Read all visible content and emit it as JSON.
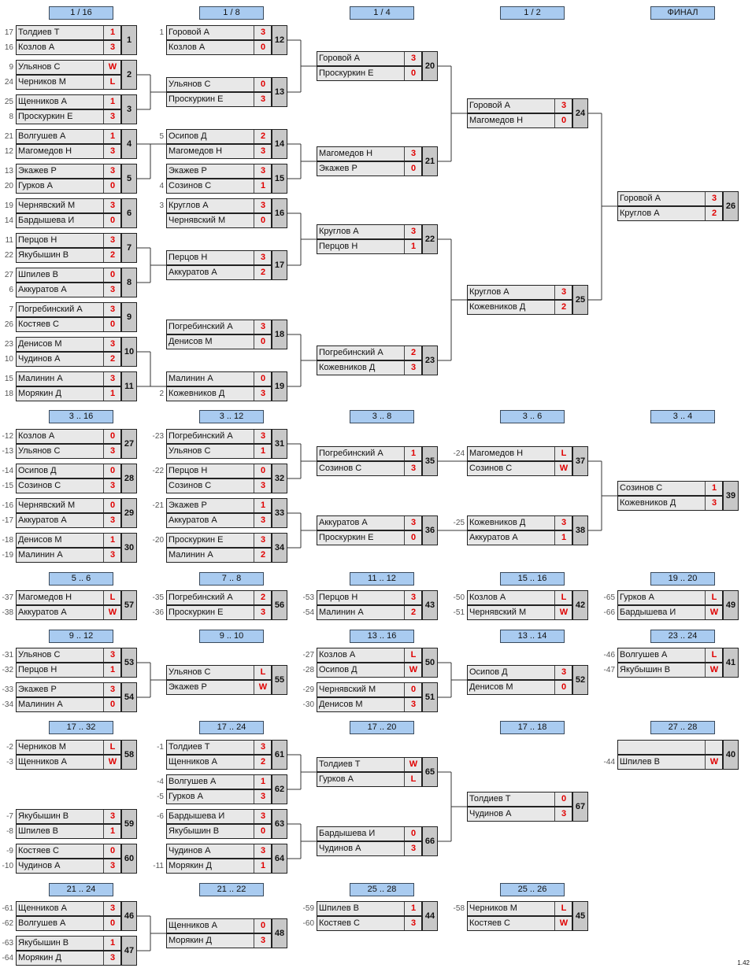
{
  "version": "1.42",
  "stages": [
    {
      "label": "1 / 16"
    },
    {
      "label": "1 / 8"
    },
    {
      "label": "1 / 4"
    },
    {
      "label": "1 / 2"
    },
    {
      "label": "ФИНАЛ"
    },
    {
      "label": "3 .. 16"
    },
    {
      "label": "3 .. 12"
    },
    {
      "label": "3 .. 8"
    },
    {
      "label": "3 .. 6"
    },
    {
      "label": "3 .. 4"
    },
    {
      "label": "5 .. 6"
    },
    {
      "label": "7 .. 8"
    },
    {
      "label": "11 .. 12"
    },
    {
      "label": "15 .. 16"
    },
    {
      "label": "19 .. 20"
    },
    {
      "label": "9 .. 12"
    },
    {
      "label": "9 .. 10"
    },
    {
      "label": "13 .. 16"
    },
    {
      "label": "13 .. 14"
    },
    {
      "label": "23 .. 24"
    },
    {
      "label": "17 .. 32"
    },
    {
      "label": "17 .. 24"
    },
    {
      "label": "17 .. 20"
    },
    {
      "label": "17 .. 18"
    },
    {
      "label": "27 .. 28"
    },
    {
      "label": "21 .. 24"
    },
    {
      "label": "21 .. 22"
    },
    {
      "label": "25 .. 28"
    },
    {
      "label": "25 .. 26"
    }
  ],
  "matches": [
    {
      "num": "1",
      "p1": {
        "name": "Толдиев Т",
        "score": "1",
        "seed": "17"
      },
      "p2": {
        "name": "Козлов А",
        "score": "3",
        "seed": "16"
      }
    },
    {
      "num": "2",
      "p1": {
        "name": "Ульянов С",
        "score": "W",
        "seed": "9"
      },
      "p2": {
        "name": "Черников М",
        "score": "L",
        "seed": "24"
      }
    },
    {
      "num": "3",
      "p1": {
        "name": "Щенников А",
        "score": "1",
        "seed": "25"
      },
      "p2": {
        "name": "Проскуркин Е",
        "score": "3",
        "seed": "8"
      }
    },
    {
      "num": "4",
      "p1": {
        "name": "Волгушев А",
        "score": "1",
        "seed": "21"
      },
      "p2": {
        "name": "Магомедов Н",
        "score": "3",
        "seed": "12"
      }
    },
    {
      "num": "5",
      "p1": {
        "name": "Экажев Р",
        "score": "3",
        "seed": "13"
      },
      "p2": {
        "name": "Гурков А",
        "score": "0",
        "seed": "20"
      }
    },
    {
      "num": "6",
      "p1": {
        "name": "Чернявский М",
        "score": "3",
        "seed": "19"
      },
      "p2": {
        "name": "Бардышева И",
        "score": "0",
        "seed": "14"
      }
    },
    {
      "num": "7",
      "p1": {
        "name": "Перцов Н",
        "score": "3",
        "seed": "11"
      },
      "p2": {
        "name": "Якубышин В",
        "score": "2",
        "seed": "22"
      }
    },
    {
      "num": "8",
      "p1": {
        "name": "Шпилев В",
        "score": "0",
        "seed": "27"
      },
      "p2": {
        "name": "Аккуратов А",
        "score": "3",
        "seed": "6"
      }
    },
    {
      "num": "9",
      "p1": {
        "name": "Погребинский А",
        "score": "3",
        "seed": "7"
      },
      "p2": {
        "name": "Костяев С",
        "score": "0",
        "seed": "26"
      }
    },
    {
      "num": "10",
      "p1": {
        "name": "Денисов М",
        "score": "3",
        "seed": "23"
      },
      "p2": {
        "name": "Чудинов А",
        "score": "2",
        "seed": "10"
      }
    },
    {
      "num": "11",
      "p1": {
        "name": "Малинин А",
        "score": "3",
        "seed": "15"
      },
      "p2": {
        "name": "Морякин Д",
        "score": "1",
        "seed": "18"
      }
    },
    {
      "num": "12",
      "p1": {
        "name": "Горовой А",
        "score": "3",
        "seed": "1"
      },
      "p2": {
        "name": "Козлов А",
        "score": "0",
        "seed": ""
      }
    },
    {
      "num": "13",
      "p1": {
        "name": "Ульянов С",
        "score": "0",
        "seed": ""
      },
      "p2": {
        "name": "Проскуркин Е",
        "score": "3",
        "seed": ""
      }
    },
    {
      "num": "14",
      "p1": {
        "name": "Осипов Д",
        "score": "2",
        "seed": "5"
      },
      "p2": {
        "name": "Магомедов Н",
        "score": "3",
        "seed": ""
      }
    },
    {
      "num": "15",
      "p1": {
        "name": "Экажев Р",
        "score": "3",
        "seed": ""
      },
      "p2": {
        "name": "Созинов С",
        "score": "1",
        "seed": "4"
      }
    },
    {
      "num": "16",
      "p1": {
        "name": "Круглов А",
        "score": "3",
        "seed": "3"
      },
      "p2": {
        "name": "Чернявский М",
        "score": "0",
        "seed": ""
      }
    },
    {
      "num": "17",
      "p1": {
        "name": "Перцов Н",
        "score": "3",
        "seed": ""
      },
      "p2": {
        "name": "Аккуратов А",
        "score": "2",
        "seed": ""
      }
    },
    {
      "num": "18",
      "p1": {
        "name": "Погребинский А",
        "score": "3",
        "seed": ""
      },
      "p2": {
        "name": "Денисов М",
        "score": "0",
        "seed": ""
      }
    },
    {
      "num": "19",
      "p1": {
        "name": "Малинин А",
        "score": "0",
        "seed": ""
      },
      "p2": {
        "name": "Кожевников Д",
        "score": "3",
        "seed": "2"
      }
    },
    {
      "num": "20",
      "p1": {
        "name": "Горовой А",
        "score": "3",
        "seed": ""
      },
      "p2": {
        "name": "Проскуркин Е",
        "score": "0",
        "seed": ""
      }
    },
    {
      "num": "21",
      "p1": {
        "name": "Магомедов Н",
        "score": "3",
        "seed": ""
      },
      "p2": {
        "name": "Экажев Р",
        "score": "0",
        "seed": ""
      }
    },
    {
      "num": "22",
      "p1": {
        "name": "Круглов А",
        "score": "3",
        "seed": ""
      },
      "p2": {
        "name": "Перцов Н",
        "score": "1",
        "seed": ""
      }
    },
    {
      "num": "23",
      "p1": {
        "name": "Погребинский А",
        "score": "2",
        "seed": ""
      },
      "p2": {
        "name": "Кожевников Д",
        "score": "3",
        "seed": ""
      }
    },
    {
      "num": "24",
      "p1": {
        "name": "Горовой А",
        "score": "3",
        "seed": ""
      },
      "p2": {
        "name": "Магомедов Н",
        "score": "0",
        "seed": ""
      }
    },
    {
      "num": "25",
      "p1": {
        "name": "Круглов А",
        "score": "3",
        "seed": ""
      },
      "p2": {
        "name": "Кожевников Д",
        "score": "2",
        "seed": ""
      }
    },
    {
      "num": "26",
      "p1": {
        "name": "Горовой А",
        "score": "3",
        "seed": ""
      },
      "p2": {
        "name": "Круглов А",
        "score": "2",
        "seed": ""
      }
    },
    {
      "num": "27",
      "p1": {
        "name": "Козлов А",
        "score": "0",
        "seed": "-12"
      },
      "p2": {
        "name": "Ульянов С",
        "score": "3",
        "seed": "-13"
      }
    },
    {
      "num": "28",
      "p1": {
        "name": "Осипов Д",
        "score": "0",
        "seed": "-14"
      },
      "p2": {
        "name": "Созинов С",
        "score": "3",
        "seed": "-15"
      }
    },
    {
      "num": "29",
      "p1": {
        "name": "Чернявский М",
        "score": "0",
        "seed": "-16"
      },
      "p2": {
        "name": "Аккуратов А",
        "score": "3",
        "seed": "-17"
      }
    },
    {
      "num": "30",
      "p1": {
        "name": "Денисов М",
        "score": "1",
        "seed": "-18"
      },
      "p2": {
        "name": "Малинин А",
        "score": "3",
        "seed": "-19"
      }
    },
    {
      "num": "31",
      "p1": {
        "name": "Погребинский А",
        "score": "3",
        "seed": "-23"
      },
      "p2": {
        "name": "Ульянов С",
        "score": "1",
        "seed": ""
      }
    },
    {
      "num": "32",
      "p1": {
        "name": "Перцов Н",
        "score": "0",
        "seed": "-22"
      },
      "p2": {
        "name": "Созинов С",
        "score": "3",
        "seed": ""
      }
    },
    {
      "num": "33",
      "p1": {
        "name": "Экажев Р",
        "score": "1",
        "seed": "-21"
      },
      "p2": {
        "name": "Аккуратов А",
        "score": "3",
        "seed": ""
      }
    },
    {
      "num": "34",
      "p1": {
        "name": "Проскуркин Е",
        "score": "3",
        "seed": "-20"
      },
      "p2": {
        "name": "Малинин А",
        "score": "2",
        "seed": ""
      }
    },
    {
      "num": "35",
      "p1": {
        "name": "Погребинский А",
        "score": "1",
        "seed": ""
      },
      "p2": {
        "name": "Созинов С",
        "score": "3",
        "seed": ""
      }
    },
    {
      "num": "36",
      "p1": {
        "name": "Аккуратов А",
        "score": "3",
        "seed": ""
      },
      "p2": {
        "name": "Проскуркин Е",
        "score": "0",
        "seed": ""
      }
    },
    {
      "num": "37",
      "p1": {
        "name": "Магомедов Н",
        "score": "L",
        "seed": "-24"
      },
      "p2": {
        "name": "Созинов С",
        "score": "W",
        "seed": ""
      }
    },
    {
      "num": "38",
      "p1": {
        "name": "Кожевников Д",
        "score": "3",
        "seed": "-25"
      },
      "p2": {
        "name": "Аккуратов А",
        "score": "1",
        "seed": ""
      }
    },
    {
      "num": "39",
      "p1": {
        "name": "Созинов С",
        "score": "1",
        "seed": ""
      },
      "p2": {
        "name": "Кожевников Д",
        "score": "3",
        "seed": ""
      }
    },
    {
      "num": "57",
      "p1": {
        "name": "Магомедов Н",
        "score": "L",
        "seed": "-37"
      },
      "p2": {
        "name": "Аккуратов А",
        "score": "W",
        "seed": "-38"
      }
    },
    {
      "num": "56",
      "p1": {
        "name": "Погребинский А",
        "score": "2",
        "seed": "-35"
      },
      "p2": {
        "name": "Проскуркин Е",
        "score": "3",
        "seed": "-36"
      }
    },
    {
      "num": "43",
      "p1": {
        "name": "Перцов Н",
        "score": "3",
        "seed": "-53"
      },
      "p2": {
        "name": "Малинин А",
        "score": "2",
        "seed": "-54"
      }
    },
    {
      "num": "42",
      "p1": {
        "name": "Козлов А",
        "score": "L",
        "seed": "-50"
      },
      "p2": {
        "name": "Чернявский М",
        "score": "W",
        "seed": "-51"
      }
    },
    {
      "num": "49",
      "p1": {
        "name": "Гурков А",
        "score": "L",
        "seed": "-65"
      },
      "p2": {
        "name": "Бардышева И",
        "score": "W",
        "seed": "-66"
      }
    },
    {
      "num": "53",
      "p1": {
        "name": "Ульянов С",
        "score": "3",
        "seed": "-31"
      },
      "p2": {
        "name": "Перцов Н",
        "score": "1",
        "seed": "-32"
      }
    },
    {
      "num": "54",
      "p1": {
        "name": "Экажев Р",
        "score": "3",
        "seed": "-33"
      },
      "p2": {
        "name": "Малинин А",
        "score": "0",
        "seed": "-34"
      }
    },
    {
      "num": "55",
      "p1": {
        "name": "Ульянов С",
        "score": "L",
        "seed": ""
      },
      "p2": {
        "name": "Экажев Р",
        "score": "W",
        "seed": ""
      }
    },
    {
      "num": "50",
      "p1": {
        "name": "Козлов А",
        "score": "L",
        "seed": "-27"
      },
      "p2": {
        "name": "Осипов Д",
        "score": "W",
        "seed": "-28"
      }
    },
    {
      "num": "51",
      "p1": {
        "name": "Чернявский М",
        "score": "0",
        "seed": "-29"
      },
      "p2": {
        "name": "Денисов М",
        "score": "3",
        "seed": "-30"
      }
    },
    {
      "num": "52",
      "p1": {
        "name": "Осипов Д",
        "score": "3",
        "seed": ""
      },
      "p2": {
        "name": "Денисов М",
        "score": "0",
        "seed": ""
      }
    },
    {
      "num": "41",
      "p1": {
        "name": "Волгушев А",
        "score": "L",
        "seed": "-46"
      },
      "p2": {
        "name": "Якубышин В",
        "score": "W",
        "seed": "-47"
      }
    },
    {
      "num": "58",
      "p1": {
        "name": "Черников М",
        "score": "L",
        "seed": "-2"
      },
      "p2": {
        "name": "Щенников А",
        "score": "W",
        "seed": "-3"
      }
    },
    {
      "num": "61",
      "p1": {
        "name": "Толдиев Т",
        "score": "3",
        "seed": "-1"
      },
      "p2": {
        "name": "Щенников А",
        "score": "2",
        "seed": ""
      }
    },
    {
      "num": "62",
      "p1": {
        "name": "Волгушев А",
        "score": "1",
        "seed": "-4"
      },
      "p2": {
        "name": "Гурков А",
        "score": "3",
        "seed": "-5"
      }
    },
    {
      "num": "65",
      "p1": {
        "name": "Толдиев Т",
        "score": "W",
        "seed": ""
      },
      "p2": {
        "name": "Гурков А",
        "score": "L",
        "seed": ""
      }
    },
    {
      "num": "67",
      "p1": {
        "name": "Толдиев Т",
        "score": "0",
        "seed": ""
      },
      "p2": {
        "name": "Чудинов А",
        "score": "3",
        "seed": ""
      }
    },
    {
      "num": "40",
      "p1": {
        "name": "",
        "score": "",
        "seed": ""
      },
      "p2": {
        "name": "Шпилев В",
        "score": "W",
        "seed": "-44"
      }
    },
    {
      "num": "59",
      "p1": {
        "name": "Якубышин В",
        "score": "3",
        "seed": "-7"
      },
      "p2": {
        "name": "Шпилев В",
        "score": "1",
        "seed": "-8"
      }
    },
    {
      "num": "60",
      "p1": {
        "name": "Костяев С",
        "score": "0",
        "seed": "-9"
      },
      "p2": {
        "name": "Чудинов А",
        "score": "3",
        "seed": "-10"
      }
    },
    {
      "num": "63",
      "p1": {
        "name": "Бардышева И",
        "score": "3",
        "seed": "-6"
      },
      "p2": {
        "name": "Якубышин В",
        "score": "0",
        "seed": ""
      }
    },
    {
      "num": "64",
      "p1": {
        "name": "Чудинов А",
        "score": "3",
        "seed": ""
      },
      "p2": {
        "name": "Морякин Д",
        "score": "1",
        "seed": "-11"
      }
    },
    {
      "num": "66",
      "p1": {
        "name": "Бардышева И",
        "score": "0",
        "seed": ""
      },
      "p2": {
        "name": "Чудинов А",
        "score": "3",
        "seed": ""
      }
    },
    {
      "num": "46",
      "p1": {
        "name": "Щенников А",
        "score": "3",
        "seed": "-61"
      },
      "p2": {
        "name": "Волгушев А",
        "score": "0",
        "seed": "-62"
      }
    },
    {
      "num": "47",
      "p1": {
        "name": "Якубышин В",
        "score": "1",
        "seed": "-63"
      },
      "p2": {
        "name": "Морякин Д",
        "score": "3",
        "seed": "-64"
      }
    },
    {
      "num": "48",
      "p1": {
        "name": "Щенников А",
        "score": "0",
        "seed": ""
      },
      "p2": {
        "name": "Морякин Д",
        "score": "3",
        "seed": ""
      }
    },
    {
      "num": "44",
      "p1": {
        "name": "Шпилев В",
        "score": "1",
        "seed": "-59"
      },
      "p2": {
        "name": "Костяев С",
        "score": "3",
        "seed": "-60"
      }
    },
    {
      "num": "45",
      "p1": {
        "name": "Черников М",
        "score": "L",
        "seed": "-58"
      },
      "p2": {
        "name": "Костяев С",
        "score": "W",
        "seed": ""
      }
    }
  ]
}
